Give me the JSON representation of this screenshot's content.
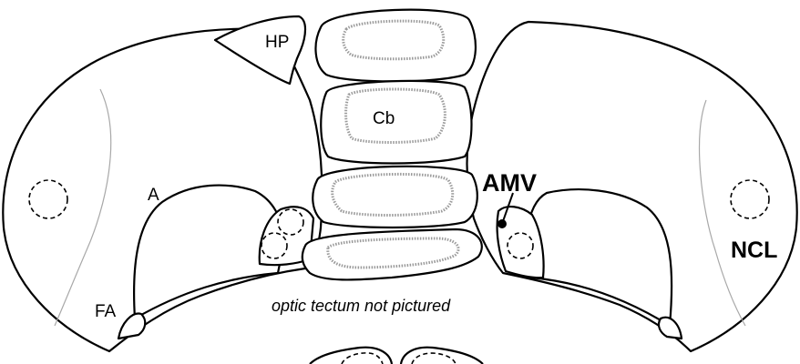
{
  "labels": {
    "hp": "HP",
    "cb": "Cb",
    "a": "A",
    "fa": "FA",
    "amv": "AMV",
    "ncl": "NCL",
    "optic_note": "optic tectum not pictured"
  },
  "colors": {
    "outline": "#000000",
    "inner_dotted": "#9a9a9a",
    "background": "#ffffff"
  }
}
